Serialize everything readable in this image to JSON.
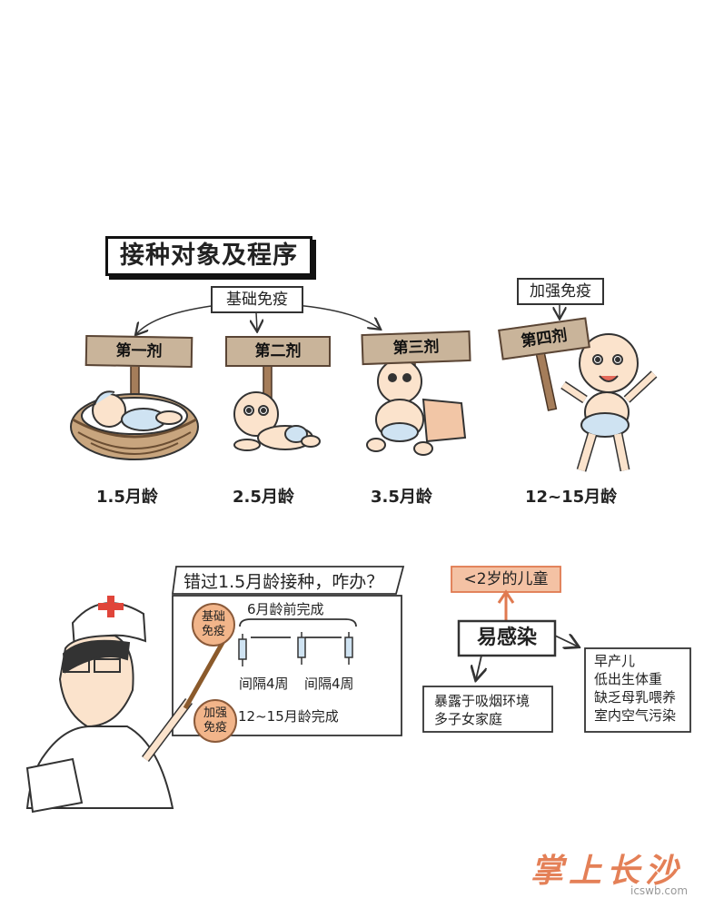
{
  "title": "接种对象及程序",
  "basic_immunization": "基础免疫",
  "booster_immunization": "加强免疫",
  "doses": [
    {
      "label": "第一剂",
      "age": "1.5月龄"
    },
    {
      "label": "第二剂",
      "age": "2.5月龄"
    },
    {
      "label": "第三剂",
      "age": "3.5月龄"
    },
    {
      "label": "第四剂",
      "age": "12~15月龄"
    }
  ],
  "missed": {
    "heading": "错过1.5月龄接种，咋办？",
    "basic_badge": "基础\n免疫",
    "basic_text": "6月龄前完成",
    "interval_1": "间隔4周",
    "interval_2": "间隔4周",
    "booster_badge": "加强\n免疫",
    "booster_text": "12~15月龄完成"
  },
  "risk": {
    "children_label": "<2岁的儿童",
    "susceptible": "易感染",
    "left_factors": [
      "暴露于吸烟环境",
      "多子女家庭"
    ],
    "right_factors": [
      "早产儿",
      "低出生体重",
      "缺乏母乳喂养",
      "室内空气污染"
    ]
  },
  "watermark": {
    "logo_text": "掌上长沙",
    "site": "icswb.com"
  },
  "colors": {
    "sign_wood": "#c9b49a",
    "badge_orange": "#f2b58a",
    "children_box": "#f4c2a4",
    "skin": "#fbe3cc",
    "diaper": "#cfe3f2",
    "watermark": "#e06a3a"
  }
}
